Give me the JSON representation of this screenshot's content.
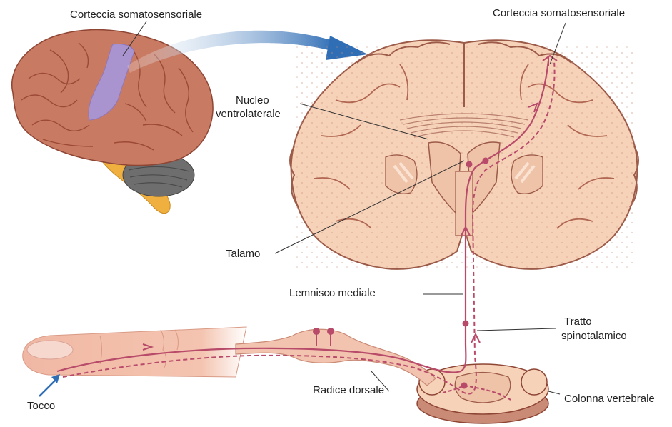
{
  "labels": {
    "cortex_left": "Corteccia somatosensoriale",
    "cortex_right": "Corteccia somatosensoriale",
    "nucleus_line1": "Nucleo",
    "nucleus_line2": "ventrolaterale",
    "thalamus": "Talamo",
    "medial_lemniscus": "Lemnisco mediale",
    "spinothalamic_line1": "Tratto",
    "spinothalamic_line2": "spinotalamico",
    "dorsal_root": "Radice  dorsale",
    "spinal_column": "Colonna vertebrale",
    "touch": "Tocco"
  },
  "colors": {
    "brain_skin": "#c97a62",
    "brain_dark": "#9c4a38",
    "cortex_highlight": "#a996d6",
    "cerebellum": "#6a6a6a",
    "brainstem": "#f0b040",
    "section_fill": "#f6d2b9",
    "section_outline": "#9c5a48",
    "pathway": "#b84a6a",
    "arrow_blue": "#2f6db5",
    "finger": "#f1b8a2"
  }
}
